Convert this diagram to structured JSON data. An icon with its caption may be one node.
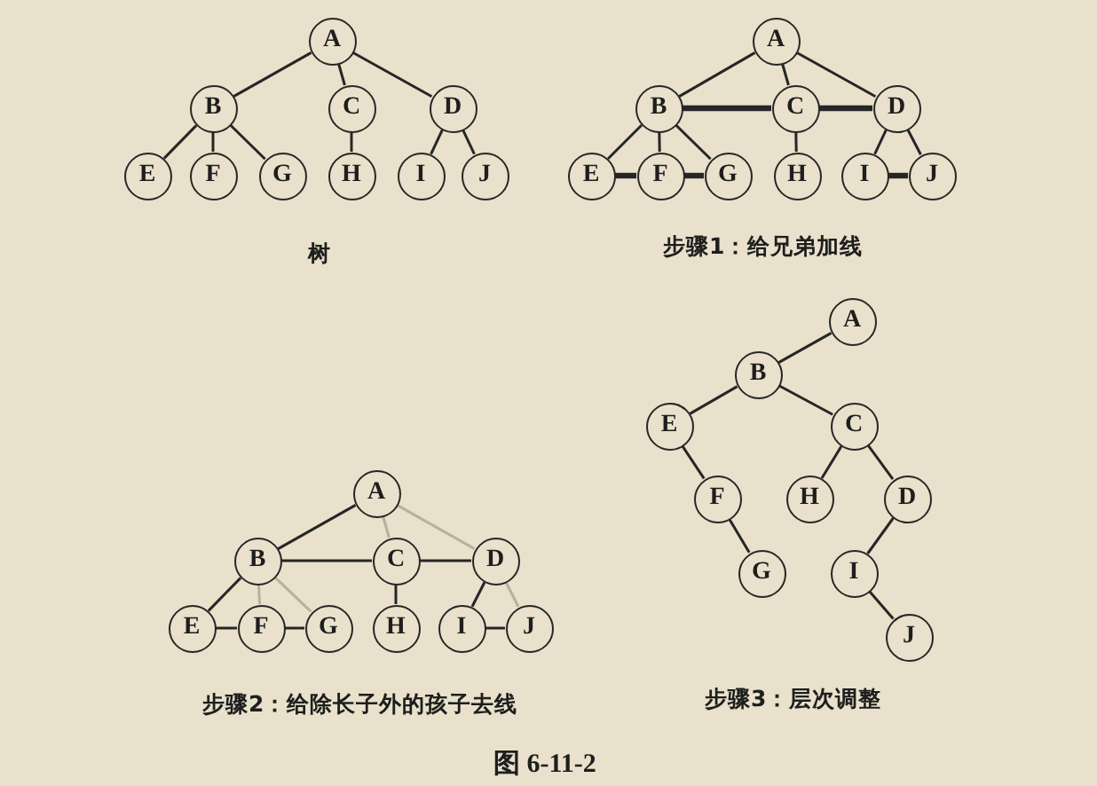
{
  "diagram": {
    "caption": "图 6-11-2",
    "nodes": [
      {
        "text": [
          "A"
        ]
      },
      {
        "text": [
          "B"
        ]
      },
      {
        "text": [
          "C"
        ]
      },
      {
        "text": [
          "D"
        ]
      },
      {
        "text": [
          "E"
        ]
      },
      {
        "text": [
          "F"
        ]
      },
      {
        "text": [
          "G"
        ]
      },
      {
        "text": [
          "H"
        ]
      },
      {
        "text": [
          "I"
        ]
      },
      {
        "text": [
          "J"
        ]
      },
      {
        "text": [
          "A"
        ]
      },
      {
        "text": [
          "B"
        ]
      },
      {
        "text": [
          "C"
        ]
      },
      {
        "text": [
          "D"
        ]
      },
      {
        "text": [
          "E"
        ]
      },
      {
        "text": [
          "F"
        ]
      },
      {
        "text": [
          "G"
        ]
      },
      {
        "text": [
          "H"
        ]
      },
      {
        "text": [
          "I"
        ]
      },
      {
        "text": [
          "J"
        ]
      },
      {
        "text": [
          "A"
        ]
      },
      {
        "text": [
          "B"
        ]
      },
      {
        "text": [
          "C"
        ]
      },
      {
        "text": [
          "D"
        ]
      },
      {
        "text": [
          "E"
        ]
      },
      {
        "text": [
          "F"
        ]
      },
      {
        "text": [
          "G"
        ]
      },
      {
        "text": [
          "H"
        ]
      },
      {
        "text": [
          "I"
        ]
      },
      {
        "text": [
          "J"
        ]
      },
      {
        "text": [
          "A"
        ]
      },
      {
        "text": [
          "B"
        ]
      },
      {
        "text": [
          "E"
        ]
      },
      {
        "text": [
          "C"
        ]
      },
      {
        "text": [
          "F"
        ]
      },
      {
        "text": [
          "H"
        ]
      },
      {
        "text": [
          "D"
        ]
      },
      {
        "text": [
          "G"
        ]
      },
      {
        "text": [
          "I"
        ]
      },
      {
        "text": [
          "J"
        ]
      }
    ],
    "edges": [
      {
        "from": 0,
        "to": 1,
        "arrow": "none"
      },
      {
        "from": 0,
        "to": 2,
        "arrow": "none"
      },
      {
        "from": 0,
        "to": 3,
        "arrow": "none"
      },
      {
        "from": 1,
        "to": 4,
        "arrow": "none"
      },
      {
        "from": 1,
        "to": 5,
        "arrow": "none"
      },
      {
        "from": 1,
        "to": 6,
        "arrow": "none"
      },
      {
        "from": 2,
        "to": 7,
        "arrow": "none"
      },
      {
        "from": 3,
        "to": 8,
        "arrow": "none"
      },
      {
        "from": 3,
        "to": 9,
        "arrow": "none"
      },
      {
        "from": 10,
        "to": 11,
        "arrow": "none"
      },
      {
        "from": 10,
        "to": 12,
        "arrow": "none"
      },
      {
        "from": 10,
        "to": 13,
        "arrow": "none"
      },
      {
        "from": 11,
        "to": 12,
        "arrow": "none",
        "style": "thick"
      },
      {
        "from": 12,
        "to": 13,
        "arrow": "none",
        "style": "thick"
      },
      {
        "from": 11,
        "to": 14,
        "arrow": "none"
      },
      {
        "from": 11,
        "to": 15,
        "arrow": "none"
      },
      {
        "from": 11,
        "to": 16,
        "arrow": "none"
      },
      {
        "from": 12,
        "to": 17,
        "arrow": "none"
      },
      {
        "from": 13,
        "to": 18,
        "arrow": "none"
      },
      {
        "from": 13,
        "to": 19,
        "arrow": "none"
      },
      {
        "from": 14,
        "to": 15,
        "arrow": "none",
        "style": "thick"
      },
      {
        "from": 15,
        "to": 16,
        "arrow": "none",
        "style": "thick"
      },
      {
        "from": 18,
        "to": 19,
        "arrow": "none",
        "style": "thick"
      },
      {
        "from": 20,
        "to": 21,
        "arrow": "none"
      },
      {
        "from": 20,
        "to": 22,
        "arrow": "none",
        "color": "#b9b09c"
      },
      {
        "from": 20,
        "to": 23,
        "arrow": "none",
        "color": "#b9b09c"
      },
      {
        "from": 21,
        "to": 22,
        "arrow": "none"
      },
      {
        "from": 22,
        "to": 23,
        "arrow": "none"
      },
      {
        "from": 21,
        "to": 24,
        "arrow": "none"
      },
      {
        "from": 21,
        "to": 25,
        "arrow": "none",
        "color": "#b9b09c"
      },
      {
        "from": 21,
        "to": 26,
        "arrow": "none",
        "color": "#b9b09c"
      },
      {
        "from": 22,
        "to": 27,
        "arrow": "none"
      },
      {
        "from": 23,
        "to": 28,
        "arrow": "none"
      },
      {
        "from": 23,
        "to": 29,
        "arrow": "none",
        "color": "#b9b09c"
      },
      {
        "from": 24,
        "to": 25,
        "arrow": "none"
      },
      {
        "from": 25,
        "to": 26,
        "arrow": "none"
      },
      {
        "from": 28,
        "to": 29,
        "arrow": "none"
      },
      {
        "from": 30,
        "to": 31,
        "arrow": "none"
      },
      {
        "from": 31,
        "to": 32,
        "arrow": "none"
      },
      {
        "from": 31,
        "to": 33,
        "arrow": "none"
      },
      {
        "from": 32,
        "to": 34,
        "arrow": "none"
      },
      {
        "from": 34,
        "to": 37,
        "arrow": "none"
      },
      {
        "from": 33,
        "to": 35,
        "arrow": "none"
      },
      {
        "from": 33,
        "to": 36,
        "arrow": "none"
      },
      {
        "from": 36,
        "to": 38,
        "arrow": "none"
      },
      {
        "from": 38,
        "to": 39,
        "arrow": "none"
      }
    ],
    "labels": [
      "树",
      "步骤1：给兄弟加线",
      "步骤2：给除长子外的孩子去线",
      "步骤3：层次调整"
    ]
  }
}
